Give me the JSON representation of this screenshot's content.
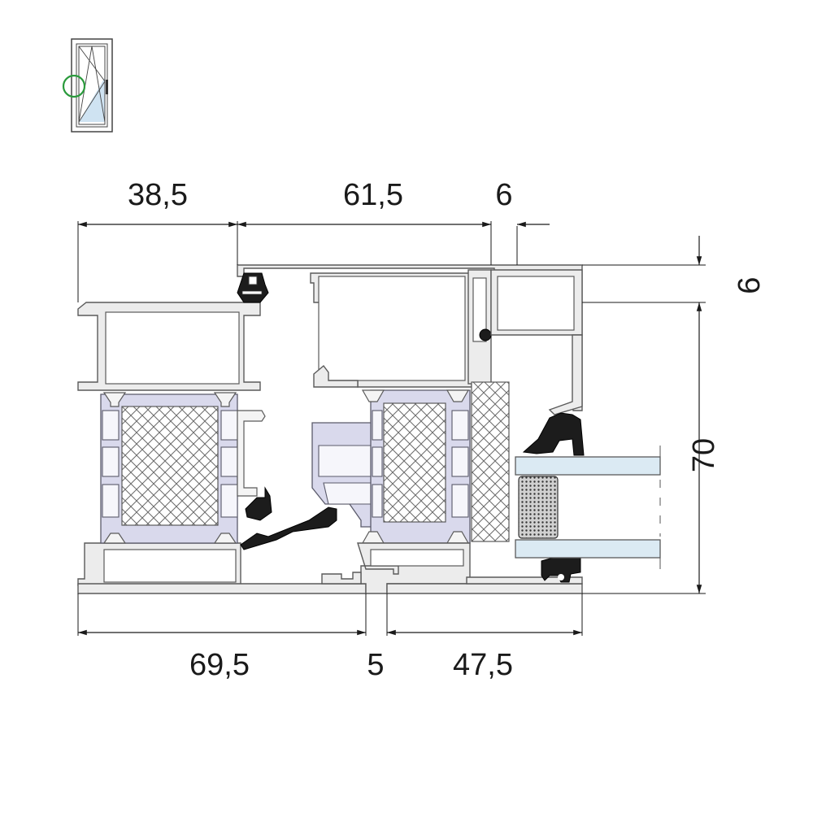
{
  "diagram": {
    "dimensions": {
      "top_left": "38,5",
      "top_mid": "61,5",
      "top_right": "6",
      "right_upper": "9",
      "right_lower": "70",
      "bottom_left": "69,5",
      "bottom_mid": "5",
      "bottom_right": "47,5"
    },
    "icon": "tilt-turn-window-icon",
    "colors": {
      "aluminium": "#ececec",
      "thermal_break": "#d9d9ec",
      "gasket": "#1c1c1c",
      "glass": "#dbeaf3",
      "marker": "#2a9a3c"
    }
  }
}
